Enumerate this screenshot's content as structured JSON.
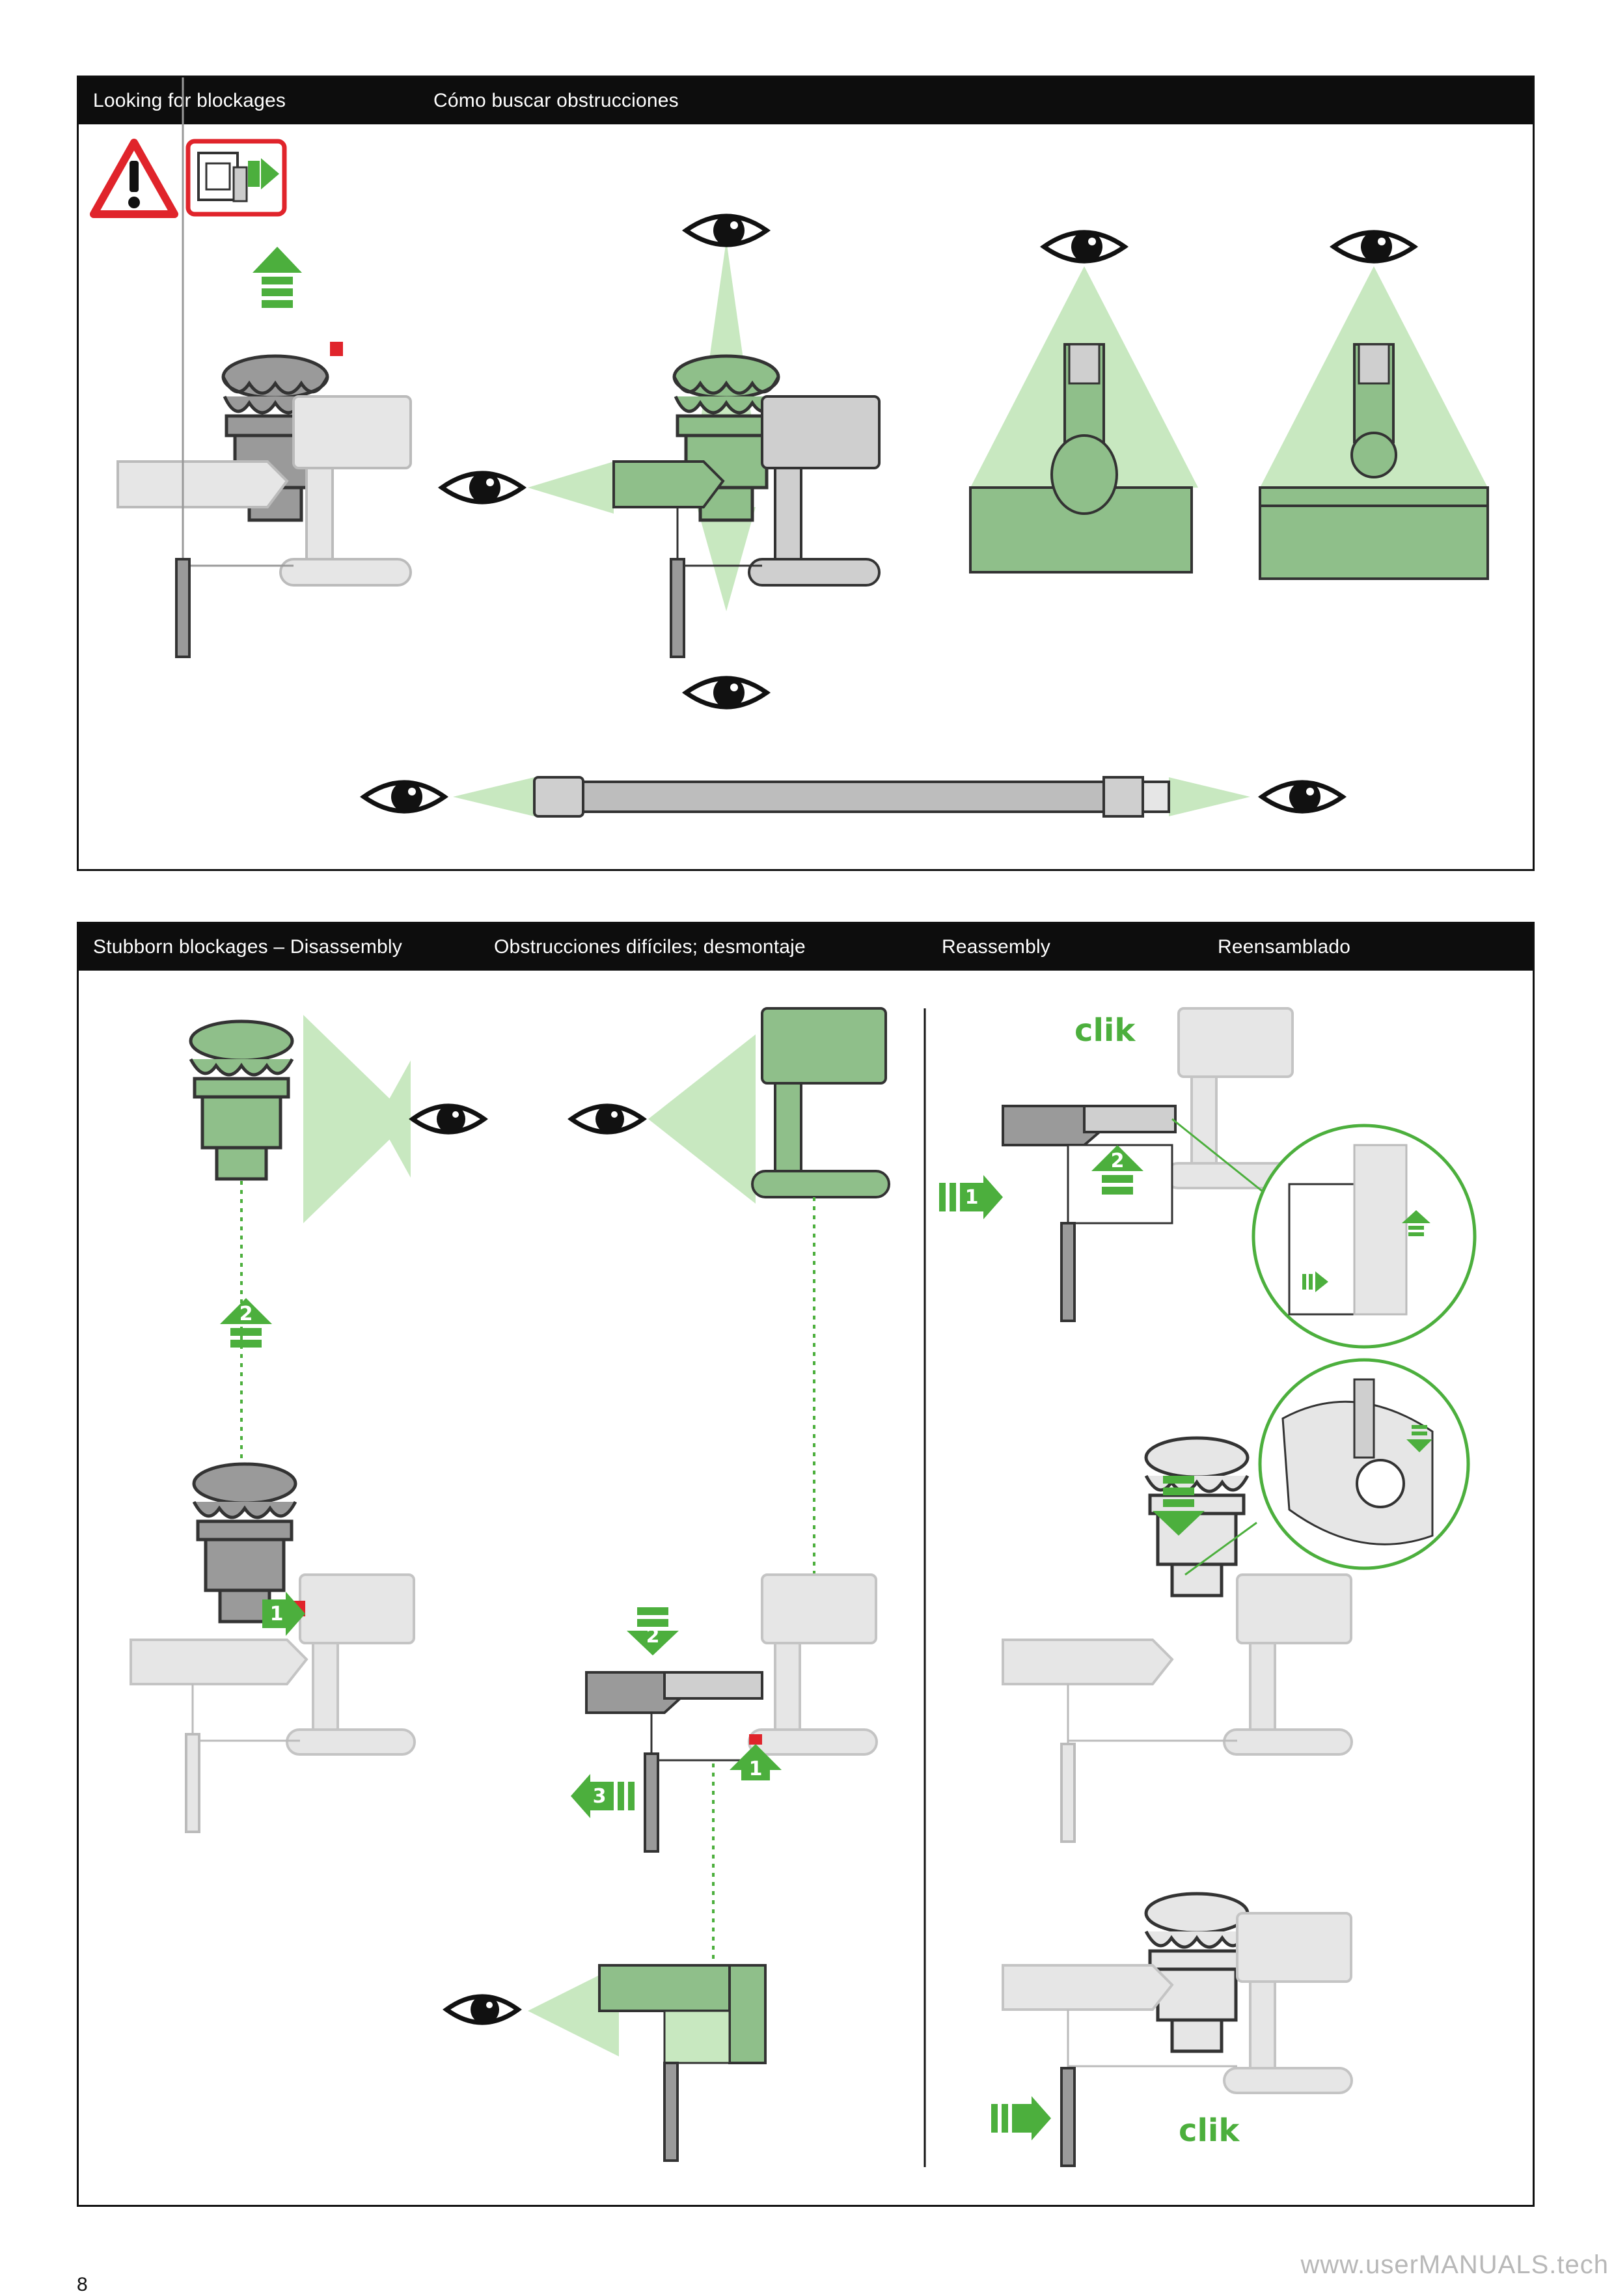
{
  "section1": {
    "label_en": "Looking for blockages",
    "label_es": "Cómo buscar obstrucciones"
  },
  "section2": {
    "label_en": "Stubborn blockages – Disassembly",
    "label_es": "Obstrucciones difíciles; desmontaje",
    "label_en2": "Reassembly",
    "label_es2": "Reensamblado"
  },
  "steps": {
    "one": "1",
    "two": "2",
    "three": "3"
  },
  "sound": "clik",
  "page_number": "8",
  "watermark": "www.userMANUALS.tech",
  "colors": {
    "accent_green": "#4caf3d",
    "light_green": "#c8e8c0",
    "part_green": "#8fbf8a",
    "header_black": "#0d0d0d",
    "warning_red": "#e0242b"
  },
  "icons": [
    "warning-triangle-icon",
    "unplug-icon",
    "eye-icon",
    "arrow-up-icon",
    "arrow-down-icon",
    "arrow-right-icon",
    "arrow-left-icon"
  ]
}
